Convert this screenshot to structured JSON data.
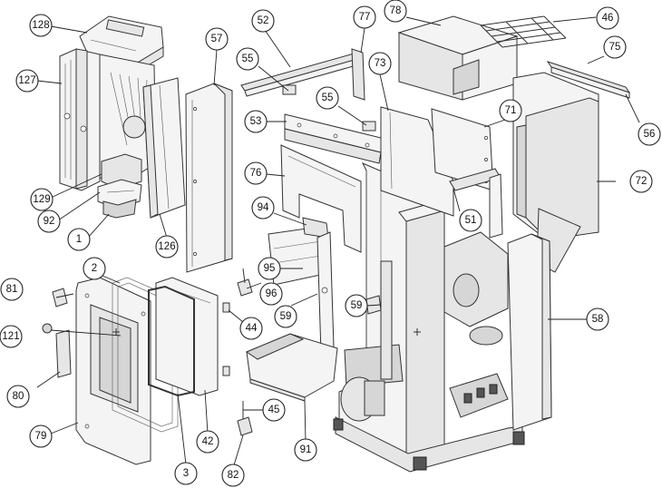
{
  "diagram": {
    "callouts": [
      {
        "id": "c128",
        "label": "128"
      },
      {
        "id": "c127",
        "label": "127"
      },
      {
        "id": "c129",
        "label": "129"
      },
      {
        "id": "c92",
        "label": "92"
      },
      {
        "id": "c1",
        "label": "1"
      },
      {
        "id": "c126",
        "label": "126"
      },
      {
        "id": "c57",
        "label": "57"
      },
      {
        "id": "c52",
        "label": "52"
      },
      {
        "id": "c77",
        "label": "77"
      },
      {
        "id": "c55a",
        "label": "55"
      },
      {
        "id": "c55b",
        "label": "55"
      },
      {
        "id": "c53",
        "label": "53"
      },
      {
        "id": "c73",
        "label": "73"
      },
      {
        "id": "c78",
        "label": "78"
      },
      {
        "id": "c46",
        "label": "46"
      },
      {
        "id": "c75",
        "label": "75"
      },
      {
        "id": "c71",
        "label": "71"
      },
      {
        "id": "c56",
        "label": "56"
      },
      {
        "id": "c72",
        "label": "72"
      },
      {
        "id": "c76",
        "label": "76"
      },
      {
        "id": "c94",
        "label": "94"
      },
      {
        "id": "c51",
        "label": "51"
      },
      {
        "id": "c95",
        "label": "95"
      },
      {
        "id": "c96",
        "label": "96"
      },
      {
        "id": "c59a",
        "label": "59"
      },
      {
        "id": "c59b",
        "label": "59"
      },
      {
        "id": "c58",
        "label": "58"
      },
      {
        "id": "c81",
        "label": "81"
      },
      {
        "id": "c2",
        "label": "2"
      },
      {
        "id": "c121",
        "label": "121"
      },
      {
        "id": "c80",
        "label": "80"
      },
      {
        "id": "c79",
        "label": "79"
      },
      {
        "id": "c44",
        "label": "44"
      },
      {
        "id": "c45",
        "label": "45"
      },
      {
        "id": "c42",
        "label": "42"
      },
      {
        "id": "c3",
        "label": "3"
      },
      {
        "id": "c82",
        "label": "82"
      },
      {
        "id": "c91",
        "label": "91"
      }
    ]
  }
}
